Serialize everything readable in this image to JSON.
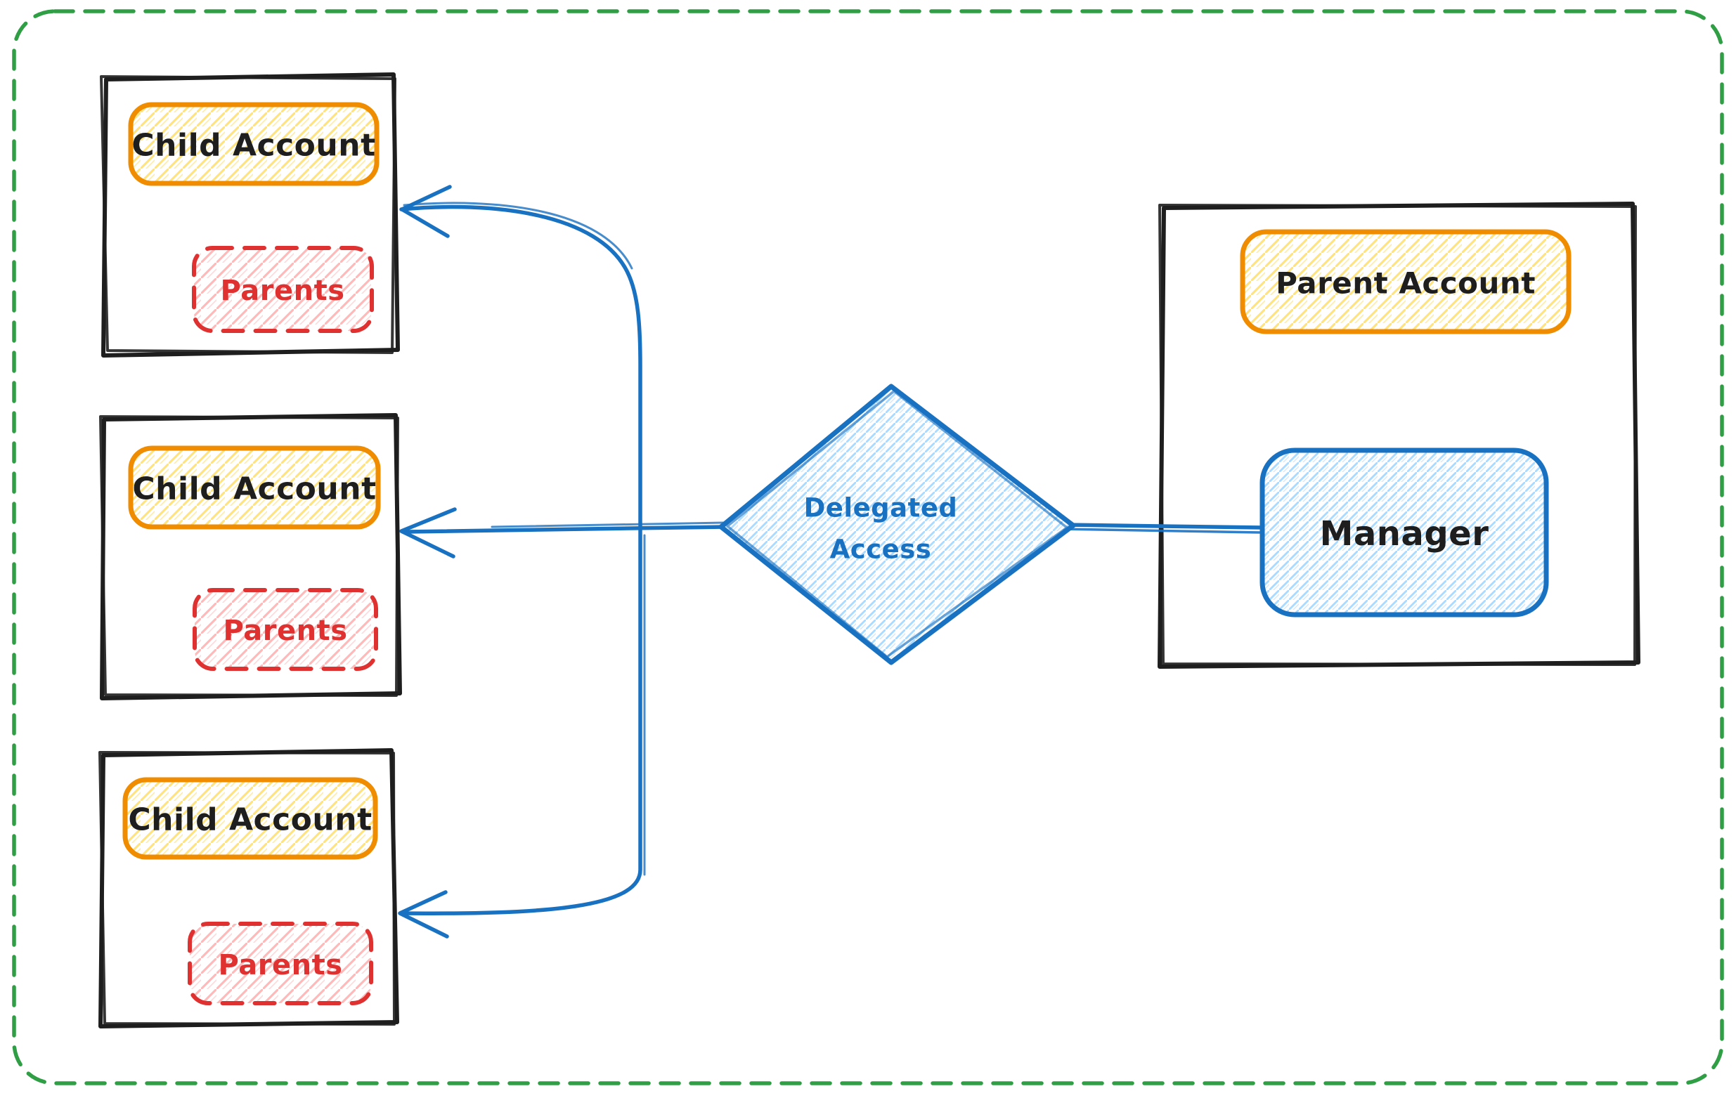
{
  "diagram": {
    "kind": "hand-drawn flow diagram (excalidraw style)",
    "background": "#ffffff",
    "border_color": "#2f9e44"
  },
  "colors": {
    "black_stroke": "#1e1e1e",
    "orange_stroke": "#f08c00",
    "yellow_hatch": "#ffd43b",
    "red_stroke": "#e03131",
    "red_hatch": "#ffa8a8",
    "blue_stroke": "#1971c2",
    "blue_hatch": "#a5d8ff",
    "green_border": "#2f9e44"
  },
  "child_accounts": [
    {
      "title": "Child Account",
      "inner": "Parents"
    },
    {
      "title": "Child Account",
      "inner": "Parents"
    },
    {
      "title": "Child Account",
      "inner": "Parents"
    }
  ],
  "parent_account": {
    "title": "Parent Account",
    "member": "Manager"
  },
  "decision": {
    "line1": "Delegated",
    "line2": "Access"
  }
}
